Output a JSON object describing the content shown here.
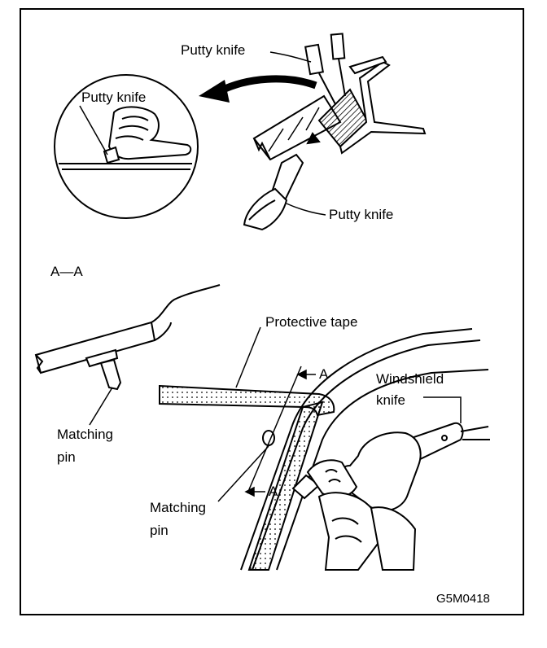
{
  "labels": {
    "putty_knife_top": "Putty knife",
    "putty_knife_circle": "Putty knife",
    "putty_knife_bottom": "Putty knife",
    "section": "A—A",
    "protective_tape": "Protective tape",
    "section_marker_top": "A",
    "section_marker_bottom": "A",
    "windshield_knife_line1": "Windshield",
    "windshield_knife_line2": "knife",
    "matching_pin_left_line1": "Matching",
    "matching_pin_left_line2": "pin",
    "matching_pin_right_line1": "Matching",
    "matching_pin_right_line2": "pin"
  },
  "figure_code": "G5M0418",
  "colors": {
    "ink": "#000000",
    "paper": "#ffffff"
  }
}
